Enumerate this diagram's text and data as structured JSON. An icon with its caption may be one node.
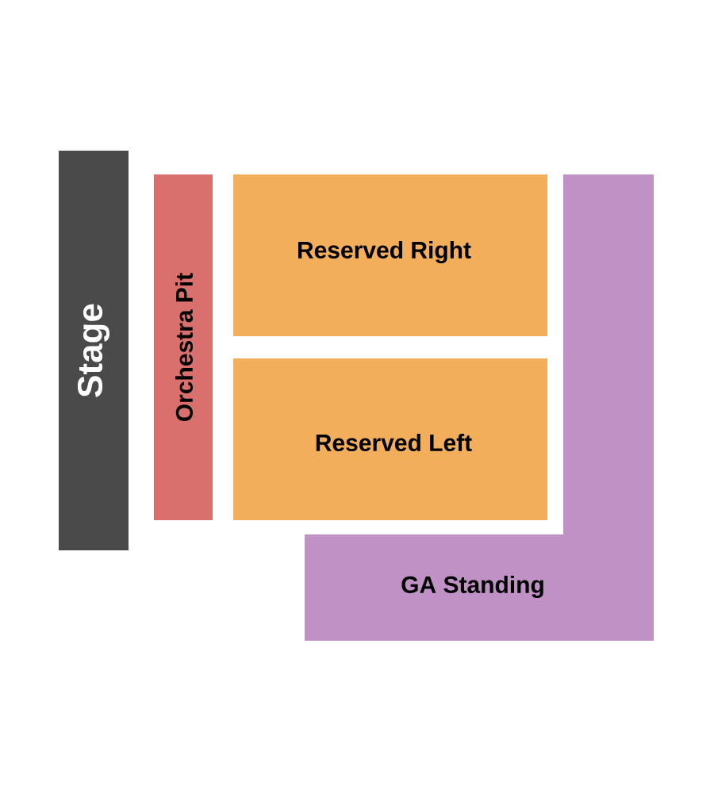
{
  "diagram": {
    "nodes": [
      {
        "text": [
          "Stage"
        ]
      },
      {
        "text": [
          "Orchestra Pit"
        ]
      },
      {
        "text": [
          "Reserved Right"
        ]
      },
      {
        "text": [
          "Reserved Left"
        ]
      },
      {
        "text": [
          "GA Standing"
        ]
      }
    ]
  }
}
